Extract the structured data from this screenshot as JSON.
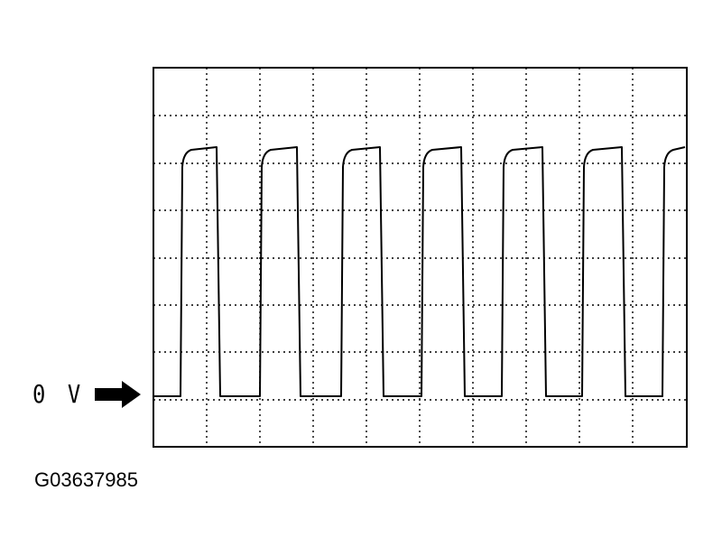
{
  "reference_label": "0 V",
  "figure_id": "G03637985",
  "colors": {
    "trace": "#000000",
    "grid": "#000000",
    "background": "#ffffff"
  },
  "icons": {
    "reference_marker": "arrow-right-icon"
  },
  "waveform": {
    "shape": "square-wave",
    "visible_pulses": 6,
    "trailing_partial_pulse": true,
    "grid": "dotted"
  }
}
